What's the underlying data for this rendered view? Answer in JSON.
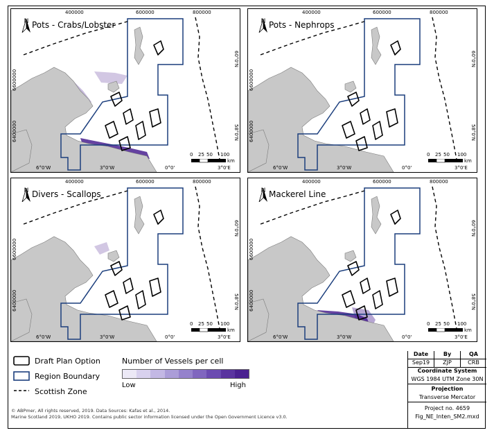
{
  "panels": [
    {
      "title": "Pots - Crabs/Lobster",
      "top_ticks": [
        "400000",
        "600000",
        "800000"
      ],
      "bottom_ticks": [
        "6°0'W",
        "3°0'W",
        "0°0'",
        "3°0'E"
      ],
      "left_ticks": [
        "6600000",
        "6400000"
      ],
      "right_ticks": [
        "60°0'N",
        "58°0'N"
      ],
      "scale_labels": [
        "0",
        "25",
        "50",
        "100"
      ],
      "scale_unit": "km",
      "north": "N",
      "heat": "crab"
    },
    {
      "title": "Pots - Nephrops",
      "top_ticks": [
        "400000",
        "600000",
        "800000"
      ],
      "bottom_ticks": [
        "6°0'W",
        "3°0'W",
        "0°0'",
        "3°0'E"
      ],
      "left_ticks": [
        "6600000",
        "6400000"
      ],
      "right_ticks": [
        "60°0'N",
        "58°0'N"
      ],
      "scale_labels": [
        "0",
        "25",
        "50",
        "100"
      ],
      "scale_unit": "km",
      "north": "N",
      "heat": "nephrops"
    },
    {
      "title": "Divers - Scallops",
      "top_ticks": [
        "400000",
        "600000",
        "800000"
      ],
      "bottom_ticks": [
        "6°0'W",
        "3°0'W",
        "0°0'",
        "3°0'E"
      ],
      "left_ticks": [
        "6600000",
        "6400000"
      ],
      "right_ticks": [
        "60°0'N",
        "58°0'N"
      ],
      "scale_labels": [
        "0",
        "25",
        "50",
        "100"
      ],
      "scale_unit": "km",
      "north": "N",
      "heat": "divers"
    },
    {
      "title": "Mackerel Line",
      "top_ticks": [
        "400000",
        "600000",
        "800000"
      ],
      "bottom_ticks": [
        "6°0'W",
        "3°0'W",
        "0°0'",
        "3°0'E"
      ],
      "left_ticks": [
        "6600000",
        "6400000"
      ],
      "right_ticks": [
        "60°0'N",
        "58°0'N"
      ],
      "scale_labels": [
        "0",
        "25",
        "50",
        "100"
      ],
      "scale_unit": "km",
      "north": "N",
      "heat": "mackerel"
    }
  ],
  "legend": {
    "draft_plan": "Draft Plan Option",
    "region_boundary": "Region Boundary",
    "scottish_zone": "Scottish Zone",
    "vessels_title": "Number of Vessels per cell",
    "low": "Low",
    "high": "High",
    "ramp_colors": [
      "#ece9f6",
      "#d8d1ee",
      "#c3b8e4",
      "#ab9dd8",
      "#9582cc",
      "#8066bf",
      "#6b4bb1",
      "#5a349f",
      "#4a2190"
    ]
  },
  "info": {
    "date_h": "Date",
    "by_h": "By",
    "qa_h": "QA",
    "date": "Sep19",
    "by": "ZJP",
    "qa": "CRB",
    "coord_h": "Coordinate System",
    "coord": "WGS 1984 UTM Zone 30N",
    "proj_h": "Projection",
    "proj": "Transverse Mercator",
    "project": "Project no. 4659",
    "file": "Fig_NE_Inten_SM2.mxd"
  },
  "credits": {
    "line1": "© ABPmer, All rights reserved, 2019. Data Sources: Kafas et al., 2014.",
    "line2": "Marine Scotland 2019, UKHO 2019. Contains public sector information licensed under the Open Government Licence v3.0."
  },
  "colors": {
    "land": "#c8c8c8",
    "region": "#1a3d7c",
    "heat_dark": "#4a2190",
    "heat_light": "#d8d1ee"
  }
}
